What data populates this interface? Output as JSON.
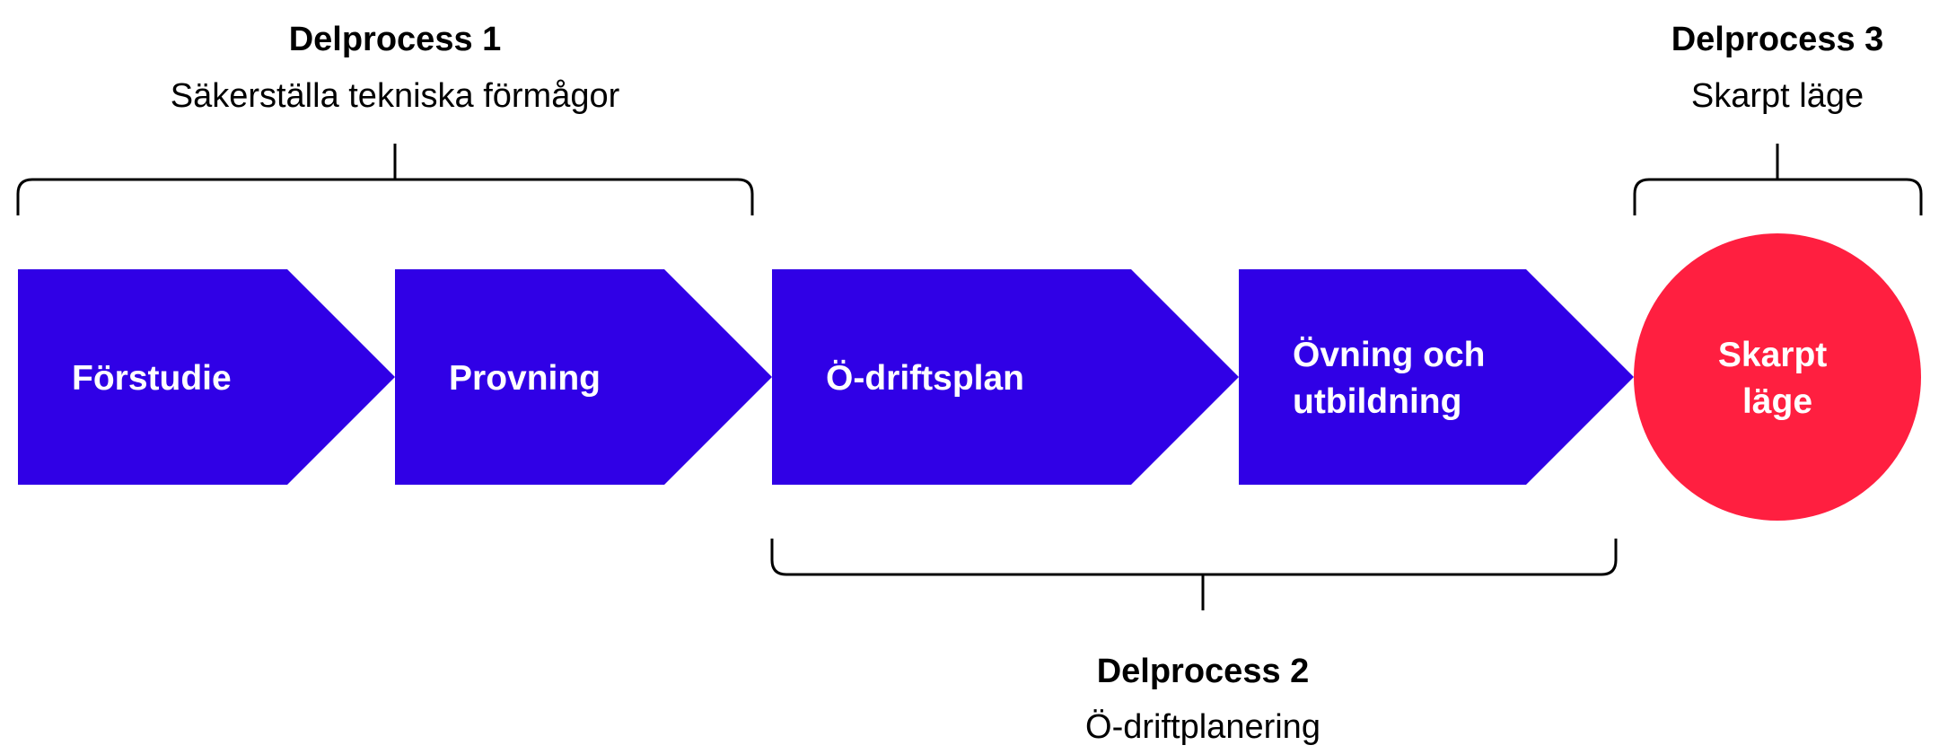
{
  "colors": {
    "step": "#3000e6",
    "final": "#ff1f40",
    "bracket": "#000000",
    "text_dark": "#000000",
    "text_light": "#ffffff"
  },
  "subprocesses": [
    {
      "title": "Delprocess 1",
      "subtitle": "Säkerställa tekniska förmågor"
    },
    {
      "title": "Delprocess 2",
      "subtitle": "Ö-driftplanering"
    },
    {
      "title": "Delprocess 3",
      "subtitle": "Skarpt läge"
    }
  ],
  "steps": [
    {
      "label_lines": [
        "Förstudie"
      ]
    },
    {
      "label_lines": [
        "Provning"
      ]
    },
    {
      "label_lines": [
        "Ö-driftsplan"
      ]
    },
    {
      "label_lines": [
        "Övning och",
        "utbildning"
      ]
    }
  ],
  "final_step": {
    "label_lines": [
      "Skarpt",
      "läge"
    ]
  }
}
